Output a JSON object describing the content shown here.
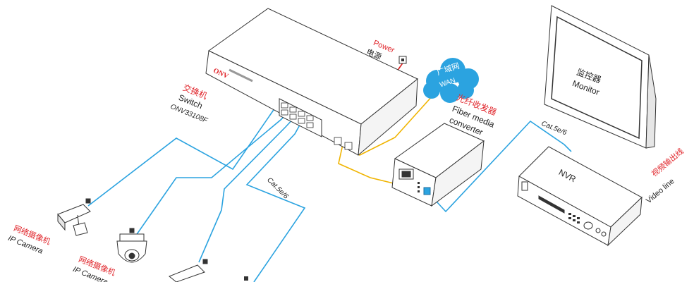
{
  "colors": {
    "lan_cable": "#2ba3e0",
    "fiber_cable": "#f0b400",
    "power_cable": "#d81e1e",
    "cloud": "#2ba3e0",
    "outline": "#333333",
    "label_red": "#e0242a"
  },
  "switch": {
    "label_cn": "交换机",
    "label_en": "Switch",
    "model": "ONV33108F",
    "brand": "ONV"
  },
  "power": {
    "label_en": "Power",
    "label_cn": "电源"
  },
  "wan": {
    "label_cn": "广域网",
    "label_en": "WAN"
  },
  "fiber_converter": {
    "label_cn": "光纤收发器",
    "label_en_line1": "Fiber media",
    "label_en_line2": "converter"
  },
  "monitor": {
    "label_cn": "监控器",
    "label_en": "Monitor"
  },
  "nvr": {
    "label": "NVR"
  },
  "video_line": {
    "label_cn": "视频输出线",
    "label_en": "Video line"
  },
  "cables": {
    "cat_label_1": "Cat.5e/6",
    "cat_label_2": "Cat.5e/6"
  },
  "cameras": [
    {
      "label_cn": "网络摄像机",
      "label_en": "IP Camera",
      "icon": "bullet-camera-icon"
    },
    {
      "label_cn": "网络摄像机",
      "label_en": "IP Camera",
      "icon": "bullet-camera-icon"
    },
    {
      "icon": "dome-camera-icon"
    },
    {
      "icon": "bullet-camera-icon"
    }
  ]
}
